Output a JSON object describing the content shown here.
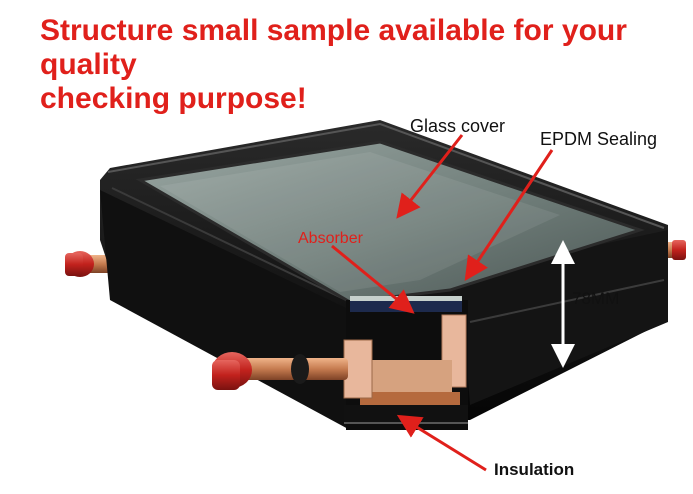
{
  "headline": {
    "line1": "Structure small sample available for your quality",
    "line2": "checking purpose!"
  },
  "callouts": {
    "glass_cover": "Glass cover",
    "epdm_sealing": "EPDM Sealing",
    "absorber": "Absorber",
    "height": "78MM",
    "insulation": "Insulation"
  },
  "colors": {
    "headline": "#e0201b",
    "arrow": "#e0201b",
    "frame": "#0b0b0b",
    "glass": "#7d8a86",
    "copper": "#c57b4f",
    "cap": "#c2221d",
    "insulation": "#e8b79c"
  }
}
